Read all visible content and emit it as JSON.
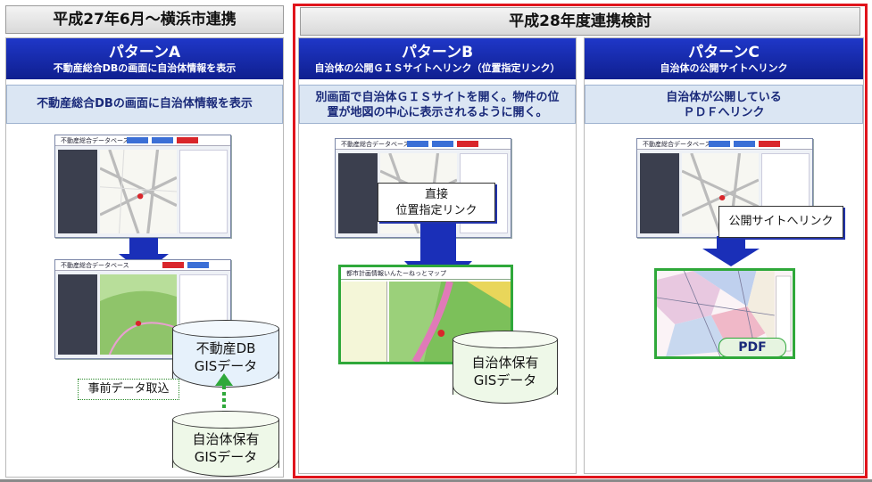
{
  "left_banner": "平成27年6月～横浜市連携",
  "right_banner": "平成28年度連携検討",
  "pattern_a": {
    "title": "パターンA",
    "subtitle": "不動産総合DBの画面に自治体情報を表示",
    "description": "不動産総合DBの画面に自治体情報を表示"
  },
  "pattern_b": {
    "title": "パターンB",
    "subtitle": "自治体の公開ＧＩＳサイトへリンク（位置指定リンク）",
    "description_1": "別画面で自治体ＧＩＳサイトを開く。物件の位",
    "description_2": "置が地図の中心に表示されるように開く。",
    "callout_1": "直接",
    "callout_2": "位置指定リンク"
  },
  "pattern_c": {
    "title": "パターンC",
    "subtitle": "自治体の公開サイトへリンク",
    "description_1": "自治体が公開している",
    "description_2": "ＰＤＦへリンク",
    "callout": "公開サイトへリンク",
    "pdf_label": "PDF"
  },
  "screens": {
    "db_title": "不動産総合データベース",
    "gis_title": "都市計画情報いんたーねっとマップ"
  },
  "db_cylinder": {
    "line1": "不動産DB",
    "line2": "GISデータ"
  },
  "muni_cylinder": {
    "line1": "自治体保有",
    "line2": "GISデータ"
  },
  "muni_cylinder_b": {
    "line1": "自治体保有",
    "line2": "GISデータ"
  },
  "pre_import": "事前データ取込",
  "colors": {
    "blue": "#1a2fb8",
    "red": "#e0141c",
    "green": "#2fa83a",
    "desc_bg": "#dbe6f3"
  }
}
